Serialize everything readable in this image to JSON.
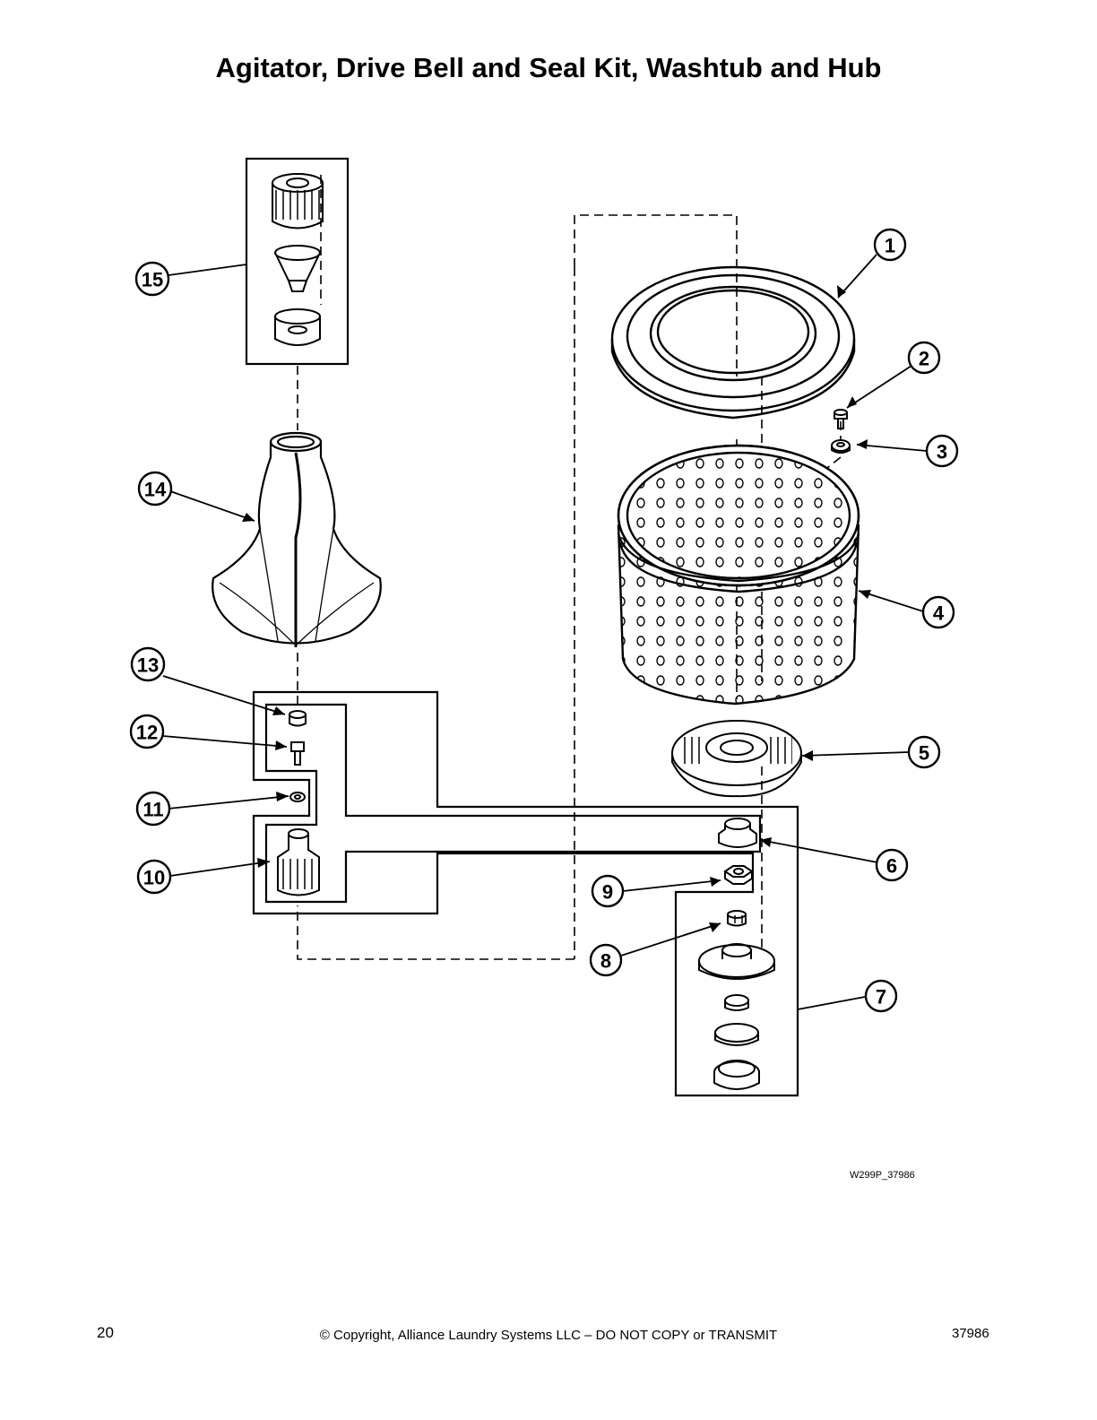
{
  "title": "Agitator, Drive Bell and Seal Kit, Washtub and Hub",
  "drawing_id": "W299P_37986",
  "footer": {
    "page_number": "20",
    "copyright": "© Copyright, Alliance Laundry Systems LLC – DO NOT COPY or TRANSMIT",
    "document_number": "37986"
  },
  "callouts": [
    "1",
    "2",
    "3",
    "4",
    "5",
    "6",
    "7",
    "8",
    "9",
    "10",
    "11",
    "12",
    "13",
    "14",
    "15"
  ]
}
